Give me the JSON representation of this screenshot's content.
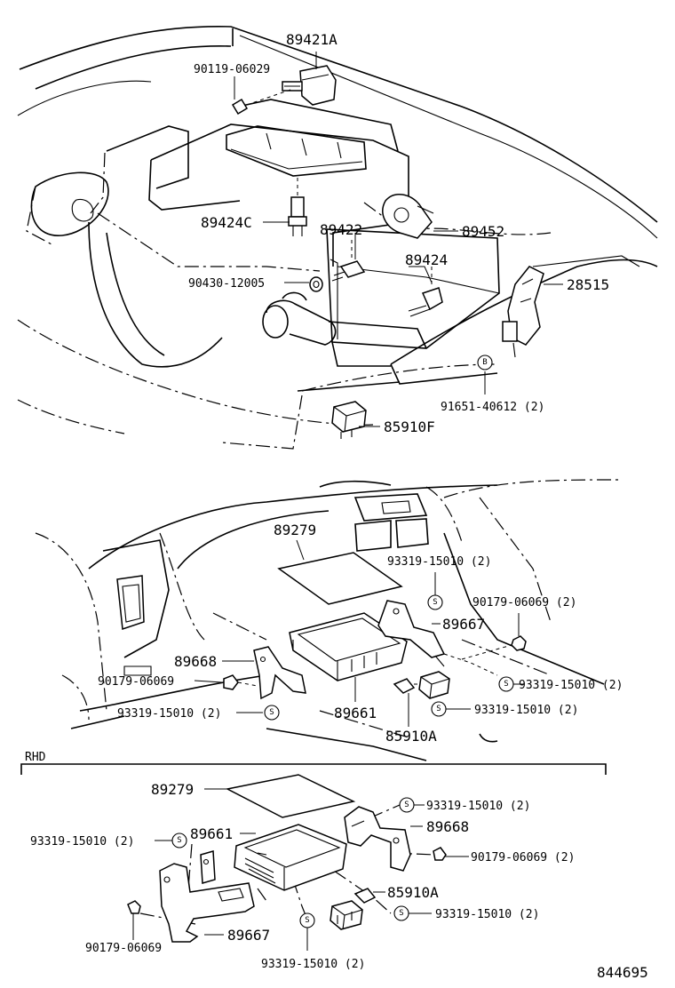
{
  "labels": {
    "p89421A": "89421A",
    "p90119_06029": "90119-06029",
    "p89424C": "89424C",
    "p89422": "89422",
    "p89452": "89452",
    "p89424": "89424",
    "p90430_12005": "90430-12005",
    "p28515": "28515",
    "p91651_40612": "91651-40612 (2)",
    "p85910F": "85910F",
    "p89279_a": "89279",
    "p93319_a": "93319-15010 (2)",
    "p90179_a": "90179-06069 (2)",
    "p89667_a": "89667",
    "p89668_a": "89668",
    "p90179_b": "90179-06069",
    "p93319_b": "93319-15010 (2)",
    "p93319_c": "93319-15010 (2)",
    "p93319_d": "93319-15010 (2)",
    "p89661_a": "89661",
    "p85910A_a": "85910A",
    "rhd": "RHD",
    "p89279_b": "89279",
    "p93319_e": "93319-15010 (2)",
    "p89668_b": "89668",
    "p93319_f": "93319-15010 (2)",
    "p89661_b": "89661",
    "p90179_c": "90179-06069 (2)",
    "p85910A_b": "85910A",
    "p93319_g": "93319-15010 (2)",
    "p90179_d": "90179-06069",
    "p89667_b": "89667",
    "p93319_h": "93319-15010 (2)",
    "ref": "844695"
  },
  "markers": {
    "s": "S",
    "b": "B"
  }
}
